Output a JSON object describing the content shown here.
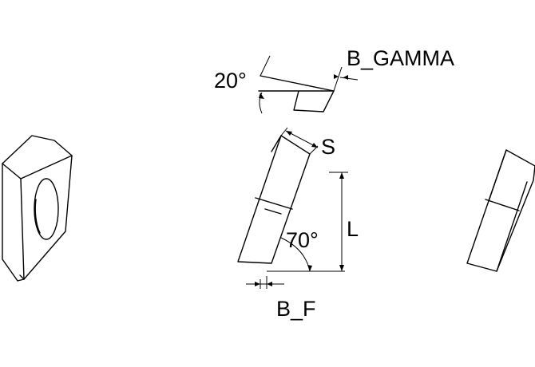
{
  "labels": {
    "top_angle": "20°",
    "b_gamma": "B_GAMMA",
    "thickness": "S",
    "length": "L",
    "side_angle": "70°",
    "b_f": "B_F"
  }
}
